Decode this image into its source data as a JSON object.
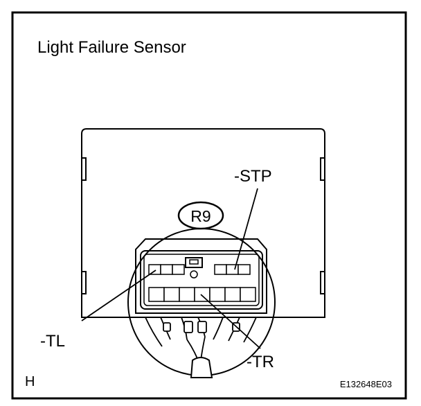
{
  "title": "Light Failure Sensor",
  "connector_code": "R9",
  "pins": {
    "stp": "-STP",
    "tl": "-TL",
    "tr": "-TR"
  },
  "corner_mark": "H",
  "figure_id": "E132648E03",
  "colors": {
    "line": "#000000",
    "background": "#ffffff"
  }
}
